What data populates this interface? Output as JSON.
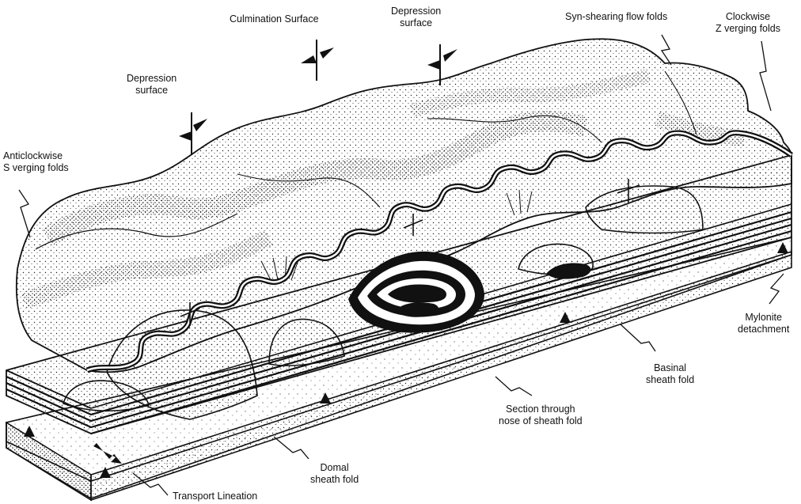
{
  "labels": {
    "culmination": "Culmination Surface",
    "depression_top_1": "Depression",
    "depression_top_2": "surface",
    "depression_left_1": "Depression",
    "depression_left_2": "surface",
    "synshear": "Syn-shearing flow folds",
    "clockwise_1": "Clockwise",
    "clockwise_2": "Z verging folds",
    "anticlock_1": "Anticlockwise",
    "anticlock_2": "S verging folds",
    "mylonite_1": "Mylonite",
    "mylonite_2": "detachment",
    "basinal_1": "Basinal",
    "basinal_2": "sheath fold",
    "section_1": "Section through",
    "section_2": "nose of sheath fold",
    "domal_1": "Domal",
    "domal_2": "sheath fold",
    "transport": "Transport Lineation"
  },
  "colors": {
    "ink": "#111111",
    "paper": "#ffffff",
    "fill_light": "#f4f4f4"
  }
}
